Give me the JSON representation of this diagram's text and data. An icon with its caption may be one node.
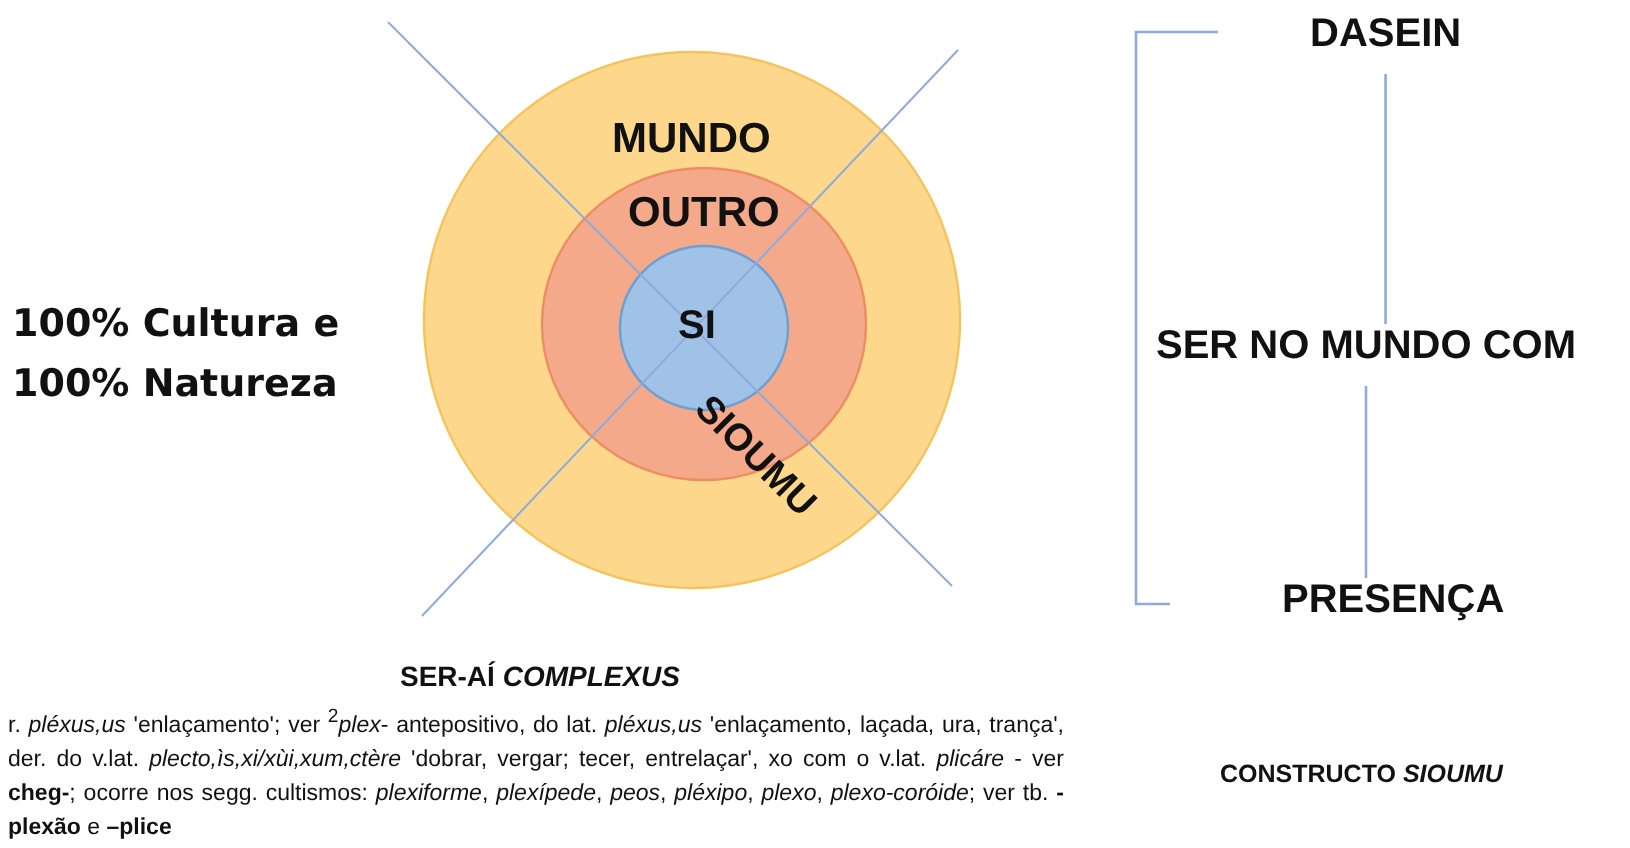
{
  "diagram": {
    "nodes": [
      {
        "text": [
          "MUNDO"
        ]
      },
      {
        "text": [
          "OUTRO"
        ],
        "in": 0
      },
      {
        "text": [
          "SI"
        ],
        "in": 1
      },
      {
        "text": [
          "DASEIN"
        ]
      },
      {
        "text": [
          "SER NO MUNDO COM"
        ]
      },
      {
        "text": [
          "PRESENÇA"
        ]
      }
    ],
    "edges": [
      {
        "from": 3,
        "to": 4,
        "arrow": "none"
      },
      {
        "from": 4,
        "to": 5,
        "arrow": "none"
      }
    ],
    "labels": [
      "100% Cultura e 100% Natureza",
      "SIOUMU",
      "SER-AÍ *COMPLEXUS*",
      "r. *pléxus,us* 'enlaçamento'; ver $^{2}$*plex*- antepositivo, do lat. *pléxus,us* 'enlaçamento, laçada, ura, trança', der. do v.lat. *plecto,ìs,xi/xùi,xum,ctère* 'dobrar, vergar; tecer, entrelaçar', xo com o v.lat. *plicáre* - ver **cheg-**; ocorre nos segg. cultismos: *plexiforme*, *plexípede*, *peos*, *pléxipo*, *plexo*, *plexo-coróide*; ver tb. **-plexão** e **–plice**",
      "CONSTRUCTO *SIOUMU*"
    ]
  }
}
